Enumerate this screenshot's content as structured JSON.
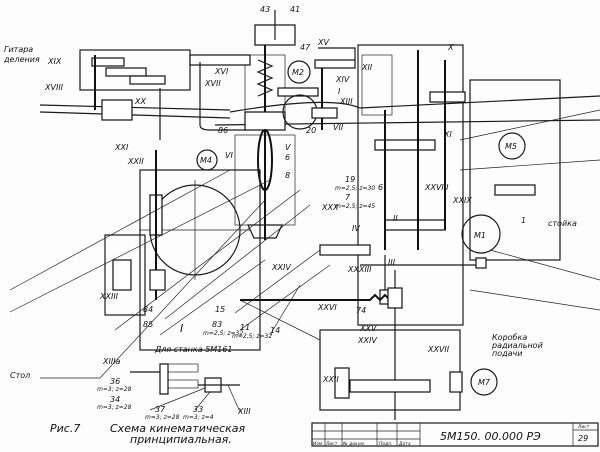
{
  "figure": {
    "caption_number": "Рис.7",
    "caption_line1": "Схема кинематическая",
    "caption_line2": "принципиальная."
  },
  "annotations": {
    "guitar_1": "Гитара",
    "guitar_2": "деления",
    "table": "Стол",
    "column": "стойка",
    "radial_feed_1": "Коробка",
    "radial_feed_2": "радиальной",
    "radial_feed_3": "подачи",
    "for_machine": "Для станка 5М161"
  },
  "motors": [
    "M2",
    "M4",
    "M5",
    "M1",
    "M7"
  ],
  "shafts": {
    "XIX": "XIX",
    "XVIII": "XVIII",
    "XX": "XX",
    "XV": "XV",
    "XVI": "XVI",
    "XVII": "XVII",
    "XIV": "XIV",
    "I_top": "I",
    "XIII_top": "XIII",
    "XII": "XII",
    "X": "X",
    "VI": "VI",
    "V": "V",
    "VII": "VII",
    "XI": "XI",
    "XXVIII": "XXVIII",
    "XXIX": "XXIX",
    "XXX": "XXX",
    "IV": "IV",
    "II": "II",
    "III": "III",
    "XXXIII": "XXXIII",
    "XXIV": "XXIV",
    "XXIII": "XXIII",
    "XXI": "XXI",
    "XXII": "XXII",
    "I_bottom": "I",
    "XXVI": "XXVI",
    "XXV": "XXV",
    "XXIV_b": "XXIV",
    "XXVII": "XXVII",
    "XXII_b": "XXII",
    "XIIIa": "XIIIa",
    "XIII_bottom": "XIII"
  },
  "gears": {
    "g43": "43",
    "g41": "41",
    "g47": "47",
    "g86": "86",
    "g20": "20",
    "g6a": "6",
    "g8": "8",
    "g19": "19",
    "g6b": "6",
    "g7": "7",
    "g84": "84",
    "g85": "85",
    "g15": "15",
    "g83": "83",
    "g11": "11",
    "g14": "14",
    "g74": "74",
    "g36": "36",
    "g34": "34",
    "g37": "37",
    "g33": "33",
    "g1": "1"
  },
  "gear_params": {
    "p83": "m=2,5; z=32",
    "p11": "m=2,5; z=32",
    "p36": "m=3; z=28",
    "p34": "m=3; z=28",
    "p37": "m=3; z=28",
    "p33": "m=3; z=4",
    "p19": "m=2,5; z=30",
    "p7": "m=2,5; z=45"
  },
  "title_block": {
    "doc_number": "5М150. 00.000 РЭ",
    "sheet_label": "Лист",
    "sheet_number": "29",
    "col_change": "Изм",
    "col_sheet": "Лист",
    "col_doc": "№ докум.",
    "col_sign": "Подп.",
    "col_date": "Дата"
  }
}
